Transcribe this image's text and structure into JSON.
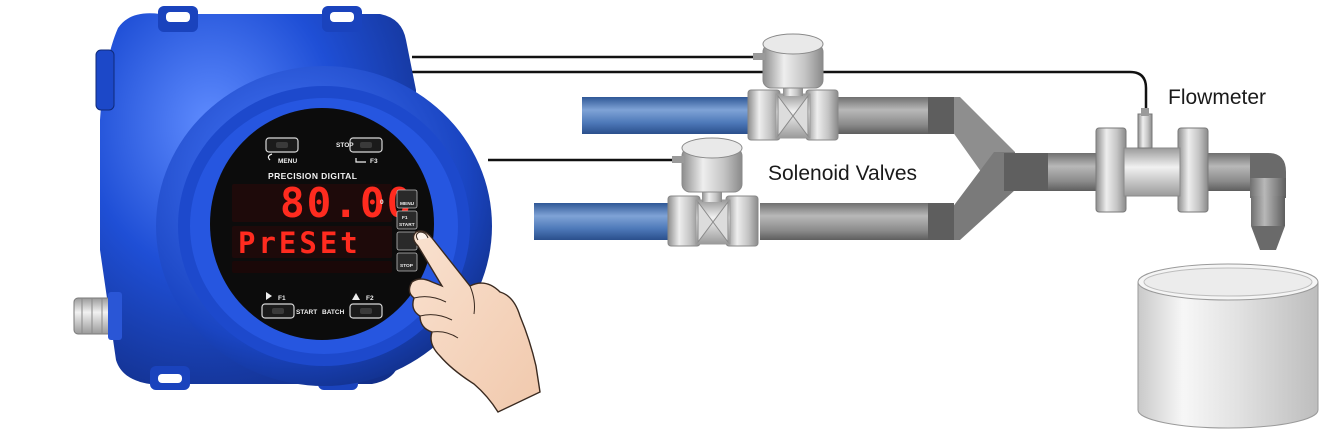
{
  "labels": {
    "flowmeter": "Flowmeter",
    "solenoid_valves": "Solenoid Valves"
  },
  "meter": {
    "brand": "PRECISION DIGITAL",
    "display_top": "80.00",
    "display_bottom": "PrESEt",
    "unit_indicator": "0",
    "keys": {
      "menu": "MENU",
      "stop": "STOP",
      "f3": "F3",
      "f1": "F1",
      "start": "START",
      "f2": "F2",
      "batch": "BATCH"
    }
  },
  "colors": {
    "enclosure_blue": "#1f4fd6",
    "led_red": "#ff2b1f",
    "pipe_blue": "#4d78b8",
    "pipe_gray": "#8a8a8a",
    "valve_silver": "#c9c9c9"
  }
}
